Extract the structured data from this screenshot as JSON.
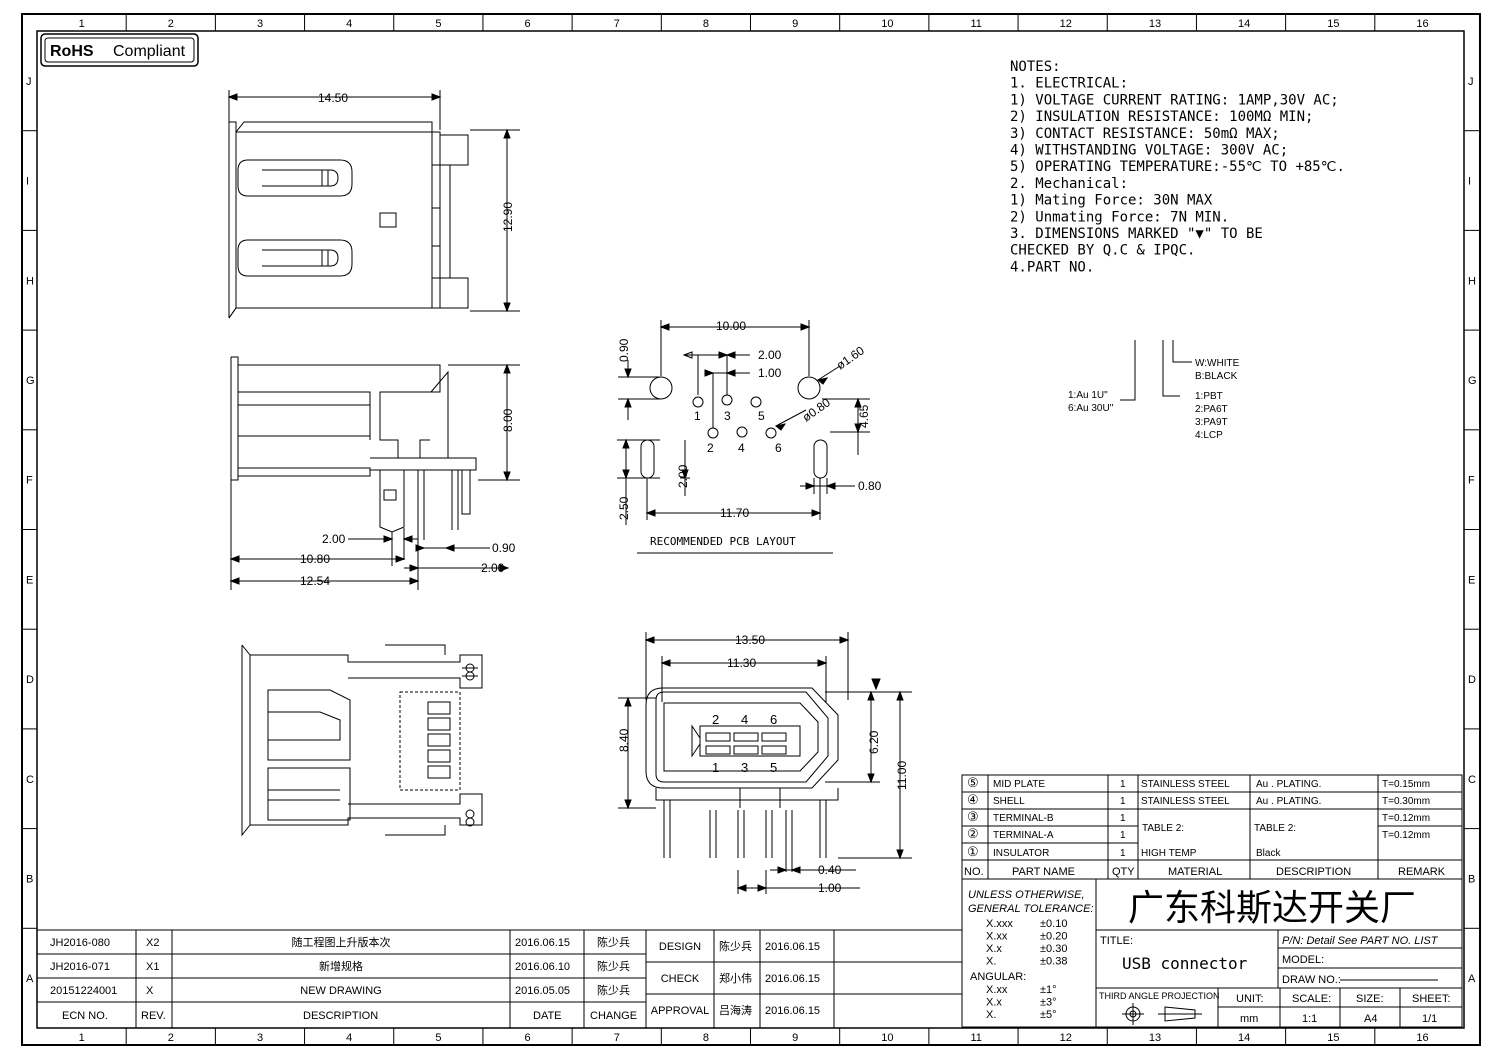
{
  "border": {
    "cols": [
      "1",
      "2",
      "3",
      "4",
      "5",
      "6",
      "7",
      "8",
      "9",
      "10",
      "11",
      "12",
      "13",
      "14",
      "15",
      "16"
    ],
    "rows": [
      "J",
      "I",
      "H",
      "G",
      "F",
      "E",
      "D",
      "C",
      "B",
      "A"
    ]
  },
  "badge": {
    "bold": "RoHS",
    "text": "Compliant"
  },
  "notes": [
    "NOTES:",
    "1. ELECTRICAL:",
    "   1) VOLTAGE CURRENT RATING: 1AMP,30V AC;",
    "   2) INSULATION RESISTANCE: 100MΩ MIN;",
    "   3) CONTACT RESISTANCE: 50mΩ MAX;",
    "   4) WITHSTANDING VOLTAGE: 300V AC;",
    "   5) OPERATING TEMPERATURE:-55℃ TO +85℃.",
    "2. Mechanical:",
    "   1) Mating Force: 30N MAX",
    "   2) Unmating Force: 7N MIN.",
    "3. DIMENSIONS MARKED \"▼\" TO BE",
    "   CHECKED BY Q.C & IPQC.",
    "    4.PART NO."
  ],
  "partno": {
    "color1": "W:WHITE",
    "color2": "B:BLACK",
    "plating1": "1:Au 1U\"",
    "plating2": "6:Au 30U\"",
    "mat1": "1:PBT",
    "mat2": "2:PA6T",
    "mat3": "3:PA9T",
    "mat4": "4:LCP"
  },
  "dims": {
    "top_w": "14.50",
    "top_h": "12.90",
    "side_h": "8.00",
    "side_a": "2.00",
    "side_b": "10.80",
    "side_c": "12.54",
    "side_d": "0.90",
    "side_e": "2.00",
    "pcb_w": "10.00",
    "pcb_pitch": "2.00",
    "pcb_row": "1.00",
    "pcb_top": "0.90",
    "pcb_d1": "ø1.60",
    "pcb_d2": "ø0.80",
    "pcb_v": "4.65",
    "pcb_slot": "2.00",
    "pcb_slot2": "2.50",
    "pcb_total": "11.70",
    "pcb_slotw": "0.80",
    "pcb_title": "RECOMMENDED PCB LAYOUT",
    "front_w": "13.50",
    "front_in": "11.30",
    "front_h": "8.40",
    "front_ih": "6.20",
    "front_total": "11.00",
    "front_pin": "0.40",
    "front_pitch": "1.00",
    "pin_top": [
      "2",
      "4",
      "6"
    ],
    "pin_bot": [
      "1",
      "3",
      "5"
    ],
    "pcb_pins": [
      "1",
      "3",
      "5",
      "2",
      "4",
      "6"
    ]
  },
  "bom": {
    "rows": [
      {
        "no": "⑤",
        "name": "MID PLATE",
        "qty": "1",
        "mat": "STAINLESS STEEL",
        "desc": "Au . PLATING.",
        "rem": "T=0.15mm"
      },
      {
        "no": "④",
        "name": "SHELL",
        "qty": "1",
        "mat": "STAINLESS STEEL",
        "desc": "Au . PLATING.",
        "rem": "T=0.30mm"
      },
      {
        "no": "③",
        "name": "TERMINAL-B",
        "qty": "1",
        "mat": "",
        "desc": "",
        "rem": "T=0.12mm"
      },
      {
        "no": "②",
        "name": "TERMINAL-A",
        "qty": "1",
        "mat": "",
        "desc": "",
        "rem": "T=0.12mm"
      },
      {
        "no": "①",
        "name": "INSULATOR",
        "qty": "1",
        "mat": "HIGH TEMP",
        "desc": "Black",
        "rem": ""
      }
    ],
    "table2a": "TABLE 2:",
    "table2b": "TABLE 2:",
    "headers": {
      "no": "NO.",
      "name": "PART NAME",
      "qty": "QTY",
      "mat": "MATERIAL",
      "desc": "DESCRIPTION",
      "rem": "REMARK"
    }
  },
  "tolerance": {
    "title1": "UNLESS OTHERWISE,",
    "title2": "GENERAL TOLERANCE:",
    "lin": [
      [
        "X.xxx",
        "±0.10"
      ],
      [
        "X.xx",
        "±0.20"
      ],
      [
        "X.x",
        "±0.30"
      ],
      [
        "X.",
        "±0.38"
      ]
    ],
    "ang_label": "ANGULAR:",
    "ang": [
      [
        "X.xx",
        "±1°"
      ],
      [
        "X.x",
        "±3°"
      ],
      [
        "X.",
        "±5°"
      ]
    ]
  },
  "title_block": {
    "company": "广东科斯达开关厂",
    "title_label": "TITLE:",
    "title": "USB connector",
    "pn": "P/N: Detail See PART NO. LIST",
    "model": "MODEL:",
    "drawno": "DRAW NO.:",
    "projection": "THIRD ANGLE PROJECTION",
    "unit_l": "UNIT:",
    "unit": "mm",
    "scale_l": "SCALE:",
    "scale": "1:1",
    "size_l": "SIZE:",
    "size": "A4",
    "sheet_l": "SHEET:",
    "sheet": "1/1"
  },
  "approval": [
    {
      "role": "DESIGN",
      "name": "陈少兵",
      "date": "2016.06.15"
    },
    {
      "role": "CHECK",
      "name": "郑小伟",
      "date": "2016.06.15"
    },
    {
      "role": "APPROVAL",
      "name": "吕海涛",
      "date": "2016.06.15"
    }
  ],
  "revisions": [
    {
      "ecn": "JH2016-080",
      "rev": "X2",
      "desc": "随工程图上升版本次",
      "date": "2016.06.15",
      "by": "陈少兵"
    },
    {
      "ecn": "JH2016-071",
      "rev": "X1",
      "desc": "新增规格",
      "date": "2016.06.10",
      "by": "陈少兵"
    },
    {
      "ecn": "20151224001",
      "rev": "X",
      "desc": "NEW DRAWING",
      "date": "2016.05.05",
      "by": "陈少兵"
    }
  ],
  "rev_headers": {
    "ecn": "ECN NO.",
    "rev": "REV.",
    "desc": "DESCRIPTION",
    "date": "DATE",
    "change": "CHANGE"
  }
}
